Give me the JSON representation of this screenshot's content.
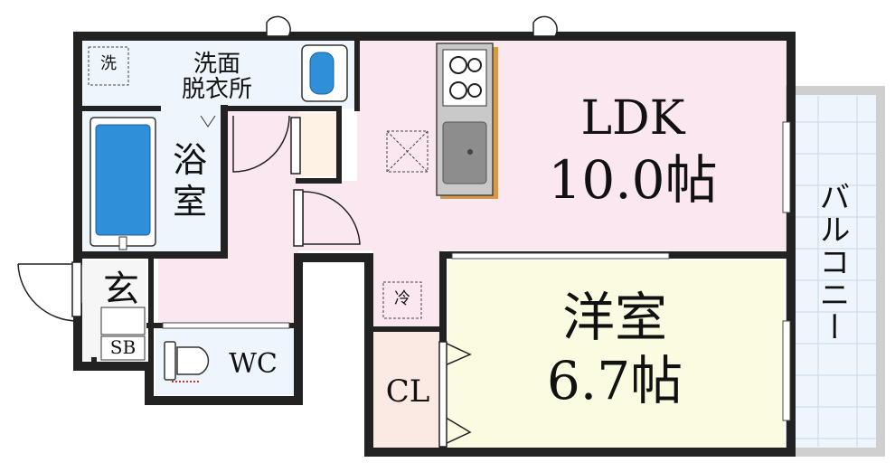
{
  "rooms": {
    "ldk": {
      "label": "LDK",
      "area": "10.0帖",
      "color": "#fbe7ef"
    },
    "western": {
      "label": "洋室",
      "area": "6.7帖",
      "color": "#fafbe0"
    },
    "washroom": {
      "line1": "洗面",
      "line2": "脱衣所",
      "color": "#eef5fc"
    },
    "bath": {
      "line1": "浴",
      "line2": "室",
      "color": "#eef5fc"
    },
    "entrance": {
      "label": "玄"
    },
    "wc": {
      "label": "WC",
      "color": "#eef5fc"
    },
    "closet": {
      "label": "CL",
      "color": "#fbe9e3"
    },
    "balcony": {
      "label": "バルコニー"
    }
  },
  "fixtures": {
    "washer": "洗",
    "fridge": "冷",
    "shoebox": "SB"
  },
  "colors": {
    "wall": "#222222",
    "hall": "#fbe7ef",
    "water": "#2f8fd8",
    "counter": "#d79a4a",
    "balcony": "#cfcfcf"
  }
}
